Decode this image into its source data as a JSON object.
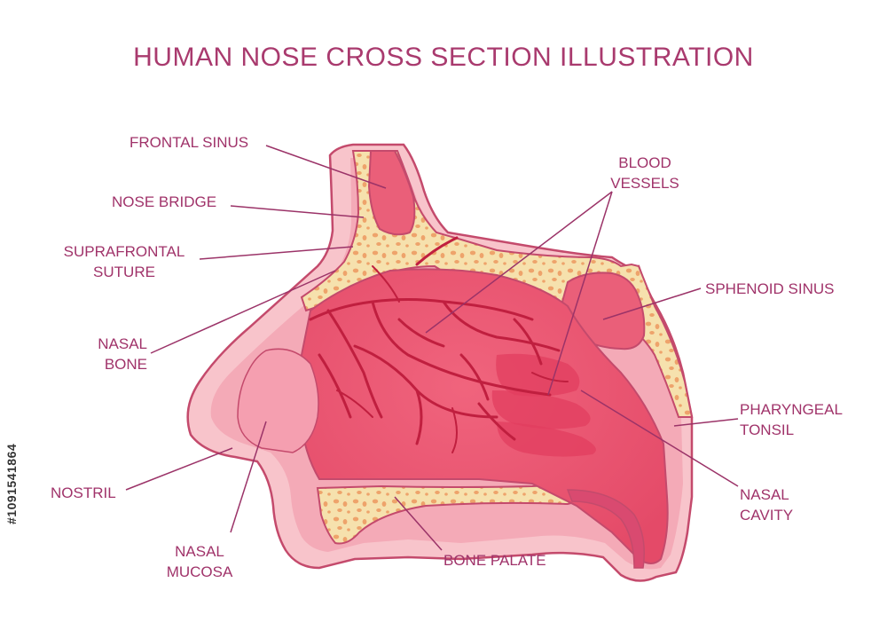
{
  "title": "HUMAN NOSE CROSS SECTION ILLUSTRATION",
  "stock_id": "#1091541864",
  "colors": {
    "title": "#a93a6e",
    "label": "#a0336a",
    "leader": "#9b3368",
    "skin": "#f6b8c0",
    "skin_dark": "#ee9aa8",
    "bone": "#f6e1ad",
    "bone_spot": "#eea36b",
    "sinus": "#ea5f79",
    "cavity": "#e9506d",
    "vessel": "#c01f3f",
    "outline": "#c44a6c"
  },
  "labels": {
    "frontal_sinus": "FRONTAL SINUS",
    "nose_bridge": "NOSE BRIDGE",
    "suprafrontal_suture": [
      "SUPRAFRONTAL",
      "SUTURE"
    ],
    "nasal_bone": [
      "NASAL",
      "BONE"
    ],
    "nostril": "NOSTRIL",
    "nasal_mucosa": [
      "NASAL",
      "MUCOSA"
    ],
    "bone_palate": "BONE PALATE",
    "blood_vessels": [
      "BLOOD",
      "VESSELS"
    ],
    "sphenoid_sinus": "SPHENOID SINUS",
    "pharyngeal_tonsil": [
      "PHARYNGEAL",
      "TONSIL"
    ],
    "nasal_cavity": [
      "NASAL",
      "CAVITY"
    ]
  }
}
